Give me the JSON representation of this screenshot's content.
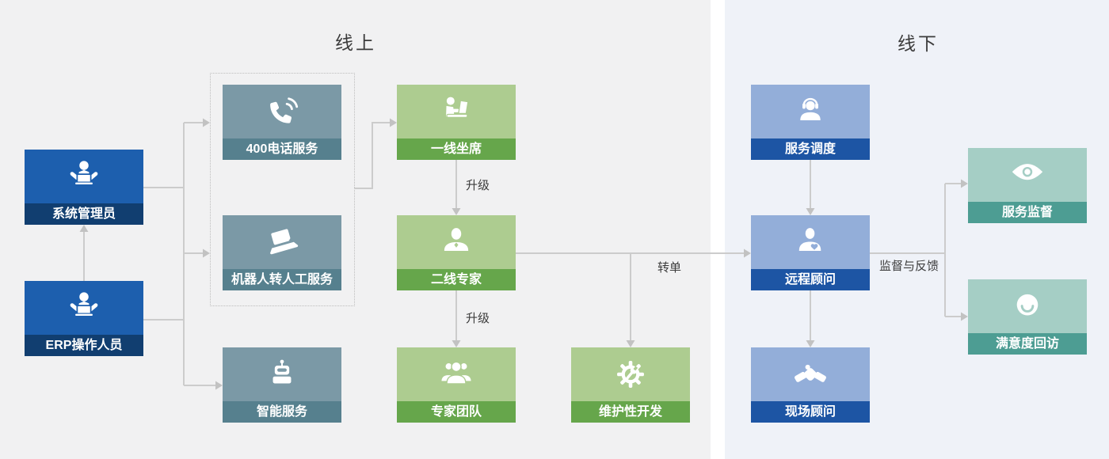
{
  "titles": {
    "online": "线上",
    "offline": "线下"
  },
  "palettes": {
    "blue": {
      "top": "#1d5fae",
      "band": "#113e70"
    },
    "slate": {
      "top": "#7b99a6",
      "band": "#56808e"
    },
    "green": {
      "top": "#adcc90",
      "band": "#66a64b"
    },
    "peri": {
      "top": "#93aed9",
      "band": "#1d55a4"
    },
    "teal": {
      "top": "#a5cec5",
      "band": "#4d9d93"
    }
  },
  "line_color": "#cccccc",
  "arrow_color": "#c2c2c2",
  "nodes": [
    {
      "id": "sys-admin",
      "label": "系统管理员",
      "icon": "operator-desk-icon",
      "palette": "blue"
    },
    {
      "id": "erp-operator",
      "label": "ERP操作人员",
      "icon": "operator-desk-icon",
      "palette": "blue"
    },
    {
      "id": "phone-400",
      "label": "400电话服务",
      "icon": "phone-icon",
      "palette": "slate"
    },
    {
      "id": "robot-to-human",
      "label": "机器人转人工服务",
      "icon": "laptop-icon",
      "palette": "slate"
    },
    {
      "id": "smart-service",
      "label": "智能服务",
      "icon": "robot-icon",
      "palette": "slate"
    },
    {
      "id": "front-line-agent",
      "label": "一线坐席",
      "icon": "agent-laptop-icon",
      "palette": "green"
    },
    {
      "id": "second-line-expert",
      "label": "二线专家",
      "icon": "person-icon",
      "palette": "green"
    },
    {
      "id": "expert-team",
      "label": "专家团队",
      "icon": "team-icon",
      "palette": "green"
    },
    {
      "id": "maintenance-dev",
      "label": "维护性开发",
      "icon": "gear-wrench-icon",
      "palette": "green"
    },
    {
      "id": "service-dispatch",
      "label": "服务调度",
      "icon": "headset-icon",
      "palette": "peri"
    },
    {
      "id": "remote-consultant",
      "label": "远程顾问",
      "icon": "person-heart-icon",
      "palette": "peri"
    },
    {
      "id": "onsite-consultant",
      "label": "现场顾问",
      "icon": "handshake-icon",
      "palette": "peri"
    },
    {
      "id": "service-supervision",
      "label": "服务监督",
      "icon": "eye-icon",
      "palette": "teal"
    },
    {
      "id": "satisfaction-callback",
      "label": "满意度回访",
      "icon": "smiley-icon",
      "palette": "teal"
    }
  ],
  "edge_labels": [
    {
      "id": "upgrade-1",
      "text": "升级"
    },
    {
      "id": "upgrade-2",
      "text": "升级"
    },
    {
      "id": "transfer-order",
      "text": "转单"
    },
    {
      "id": "supervision-feedback",
      "text": "监督与反馈"
    }
  ]
}
